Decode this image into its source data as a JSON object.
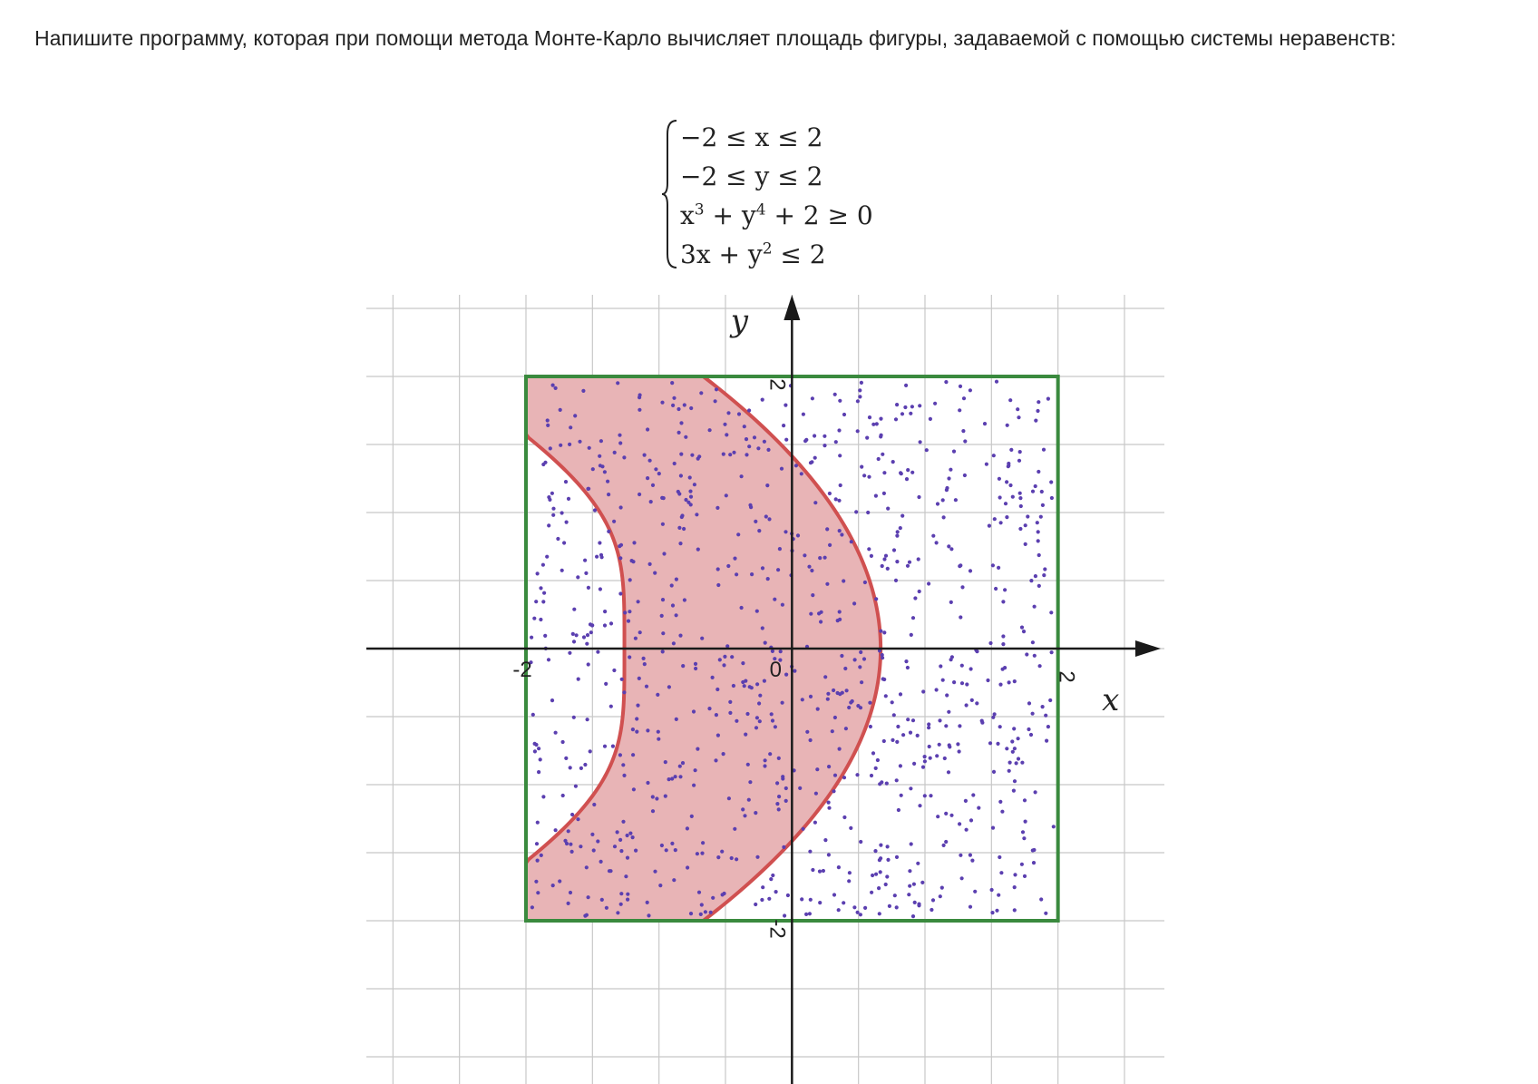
{
  "task": {
    "text": "Напишите программу, которая при помощи метода Монте-Карло вычисляет площадь фигуры, задаваемой с помощью системы неравенств:"
  },
  "system": {
    "lines": [
      {
        "text": "−2 ≤ x ≤ 2"
      },
      {
        "text": "−2 ≤ y ≤ 2"
      },
      {
        "pre": "x",
        "sup1": "3",
        "mid": " + y",
        "sup2": "4",
        "post": " + 2 ≥ 0"
      },
      {
        "pre": "3x + y",
        "sup1": "2",
        "mid": "",
        "sup2": "",
        "post": " ≤ 2"
      }
    ]
  },
  "chart_data": {
    "type": "scatter",
    "xlabel": "x",
    "ylabel": "y",
    "xlim": [
      -3.2,
      2.8
    ],
    "ylim": [
      -3.2,
      2.6
    ],
    "grid": true,
    "grid_step": 0.5,
    "ticks": {
      "x_neg": "-2",
      "x_pos": "2",
      "origin": "0",
      "y_pos": "2",
      "y_neg": "-2"
    },
    "square": {
      "x": [
        -2,
        2
      ],
      "y": [
        -2,
        2
      ],
      "color": "#3a8a3e"
    },
    "region": {
      "fill": "#e8b4b6",
      "stroke": "#d05050",
      "conditions": [
        "x^3 + y^4 + 2 >= 0",
        "3x + y^2 <= 2",
        "-2 <= x <= 2",
        "-2 <= y <= 2"
      ]
    },
    "points": {
      "count": 900,
      "color": "#5b3fb0"
    },
    "colors": {
      "axis": "#1a1a1a",
      "grid": "#c8c8c8"
    }
  }
}
